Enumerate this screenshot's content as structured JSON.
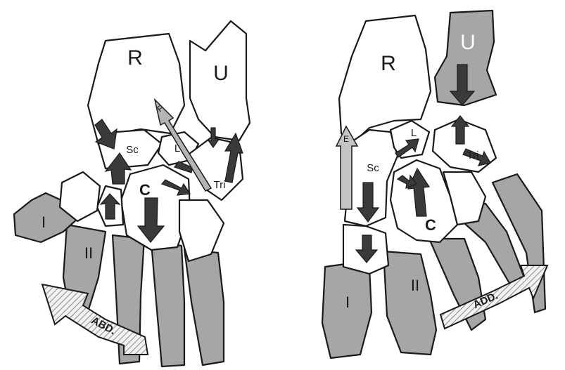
{
  "colors": {
    "bone_fill": "#ffffff",
    "shaded_bone_fill": "#a6a6a6",
    "outline": "#1a1a1a",
    "arrow_dark": "#3a3a3a",
    "arrow_light": "#b4b4b4",
    "label_text": "#1a1a1a"
  },
  "panels": [
    {
      "motion_label": "ABD.",
      "labels": {
        "radius": "R",
        "ulna": "U",
        "scaphoid": "Sc",
        "lunate": "L",
        "capitate": "C",
        "triquetrum": "Tri",
        "metacarpal_1": "I",
        "metacarpal_2": "II",
        "arrow_force": "F"
      }
    },
    {
      "motion_label": "ADD.",
      "labels": {
        "radius": "R",
        "ulna": "U",
        "scaphoid": "Sc",
        "lunate": "L",
        "capitate": "C",
        "triquetrum": "Tri",
        "metacarpal_1": "I",
        "metacarpal_2": "II",
        "arrow_force": "E"
      }
    }
  ]
}
